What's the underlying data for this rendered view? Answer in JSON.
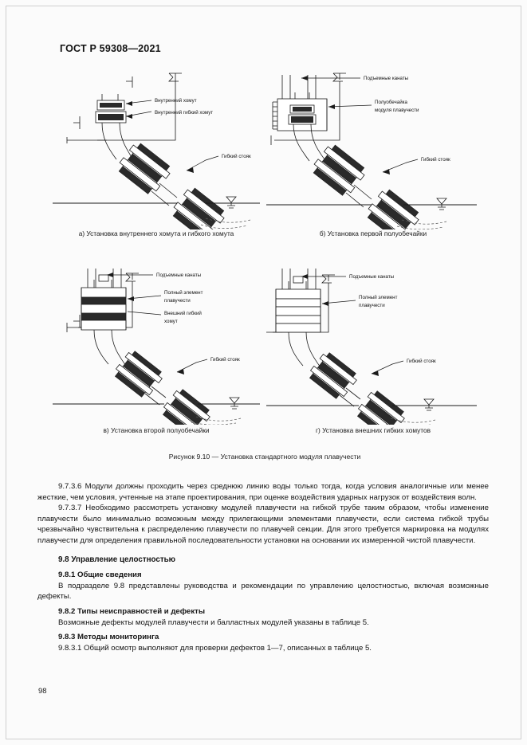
{
  "document": {
    "running_head": "ГОСТ Р 59308—2021",
    "page_number": "98"
  },
  "figure": {
    "caption": "Рисунок 9.10 — Установка стандартного модуля плавучести",
    "panels": [
      {
        "id": "a",
        "caption": "а) Установка внутреннего хомута и гибкого хомута",
        "labels": {
          "l1": "Внутренний хомут",
          "l2": "Внутренний гибкий хомут",
          "l3": "Гибкий стояк"
        }
      },
      {
        "id": "b",
        "caption": "б) Установка первой полуобечайки",
        "labels": {
          "l1": "Подъемные канаты",
          "l2": "Полуобечайка",
          "l2b": "модуля плавучести",
          "l3": "Гибкий стояк"
        }
      },
      {
        "id": "v",
        "caption": "в) Установка второй полуобечайки",
        "labels": {
          "l1": "Подъемные канаты",
          "l2": "Полный элемент",
          "l2b": "плавучести",
          "l3": "Внешний гибкий",
          "l3b": "хомут",
          "l4": "Гибкий стояк"
        }
      },
      {
        "id": "g",
        "caption": "г) Установка внешних гибких хомутов",
        "labels": {
          "l1": "Подъемные канаты",
          "l2": "Полный элемент",
          "l2b": "плавучести",
          "l3": "Гибкий стояк"
        }
      }
    ]
  },
  "body": {
    "p_9_7_3_6": "9.7.3.6  Модули должны проходить через среднюю линию воды только тогда, когда условия аналогичные или менее жесткие, чем условия, учтенные на этапе проектирования, при оценке воздействия ударных нагрузок от воздействия волн.",
    "p_9_7_3_7": "9.7.3.7  Необходимо рассмотреть установку модулей плавучести на гибкой трубе таким образом, чтобы изменение плавучести было минимально возможным между прилегающими элементами плавучести, если система гибкой трубы чрезвычайно чувствительна к распределению плавучести по плавучей секции. Для этого требуется маркировка на модулях плавучести для определения правильной последовательности установки на основании их измеренной чистой плавучести.",
    "h_9_8": "9.8  Управление целостностью",
    "h_9_8_1": "9.8.1  Общие сведения",
    "p_9_8_1": "В подразделе 9.8 представлены руководства и рекомендации по управлению целостностью, включая возможные дефекты.",
    "h_9_8_2": "9.8.2  Типы неисправностей и дефекты",
    "p_9_8_2": "Возможные дефекты модулей плавучести и балластных модулей указаны в таблице 5.",
    "h_9_8_3": "9.8.3  Методы мониторинга",
    "p_9_8_3_1": "9.8.3.1  Общий осмотр выполняют для проверки дефектов 1—7, описанных в таблице 5."
  }
}
